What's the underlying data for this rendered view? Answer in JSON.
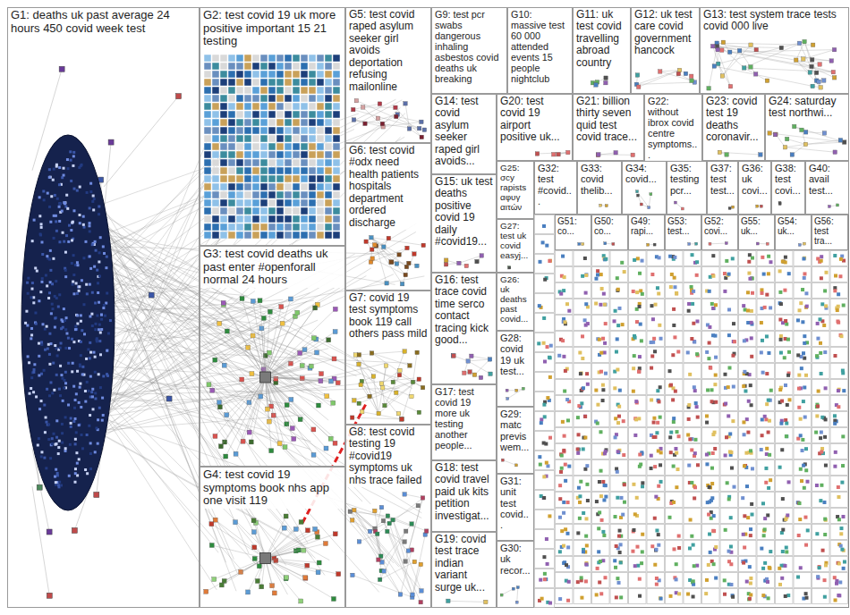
{
  "diagram": {
    "nodes": [
      {
        "text": [
          "G1: deaths uk past average 24 hours 450 covid week test"
        ]
      },
      {
        "text": [
          "G2: test covid 19 uk more positive important 15 21 testing"
        ]
      },
      {
        "text": [
          "G3: test covid deaths uk past enter #openforall normal 24 hours"
        ]
      },
      {
        "text": [
          "G4: test covid 19 symptoms book nhs app one visit 119"
        ]
      },
      {
        "text": [
          "G5: test covid raped asylum seeker girl avoids deportation refusing mailonline"
        ]
      },
      {
        "text": [
          "G6: test covid #odx need health patients hospitals department ordered discharge"
        ]
      },
      {
        "text": [
          "G7: covid 19 test symptoms book 119 call others pass mild"
        ]
      },
      {
        "text": [
          "G8: test covid testing 19 #covid19 symptoms uk nhs trace failed"
        ]
      },
      {
        "text": [
          "G9: test pcr swabs dangerous inhaling asbestos covid deaths uk breaking"
        ]
      },
      {
        "text": [
          "G10: massive test 60 000 attended events 15 people nightclub"
        ]
      },
      {
        "text": [
          "G11: uk test covid travelling abroad country"
        ]
      },
      {
        "text": [
          "G12: uk test care covid government hancock"
        ]
      },
      {
        "text": [
          "G13: test system trace tests covid 000 live"
        ]
      },
      {
        "text": [
          "G14: test covid asylum seeker raped girl avoids..."
        ]
      },
      {
        "text": [
          "G15: uk test deaths positive covid 19 daily #covid19..."
        ]
      },
      {
        "text": [
          "G16: test trace covid time serco contact tracing kick good..."
        ]
      },
      {
        "text": [
          "G17: test covid 19 more uk testing another people..."
        ]
      },
      {
        "text": [
          "G18: test covid travel paid uk kits petition investigat..."
        ]
      },
      {
        "text": [
          "G19: covid test trace indian variant surge uk..."
        ]
      },
      {
        "text": [
          "G20: test covid 19 airport positive uk..."
        ]
      },
      {
        "text": [
          "G21: billion thirty seven quid test covid trace..."
        ]
      },
      {
        "text": [
          "G22: without ibrox covid centre symptoms..."
        ]
      },
      {
        "text": [
          "G23: covid test 19 deaths coronavir..."
        ]
      },
      {
        "text": [
          "G24: saturday test northwi..."
        ]
      },
      {
        "text": [
          "G25: σcy rapists αφυγ αιτών"
        ]
      },
      {
        "text": [
          "G26: uk deaths past covid..."
        ]
      },
      {
        "text": [
          "G27: test uk covid easyj..."
        ]
      },
      {
        "text": [
          "G28: covid 19 uk test..."
        ]
      },
      {
        "text": [
          "G29: matc previs wem..."
        ]
      },
      {
        "text": [
          "G30: uk recor..."
        ]
      },
      {
        "text": [
          "G31: unit test covid..."
        ]
      },
      {
        "text": [
          "G32: test #covid..."
        ]
      },
      {
        "text": [
          "G33: covid thelib..."
        ]
      },
      {
        "text": [
          "G34: covid..."
        ]
      },
      {
        "text": [
          "G35: testing pcr..."
        ]
      },
      {
        "text": [
          "G36: uk covi..."
        ]
      },
      {
        "text": [
          "G37: test test..."
        ]
      },
      {
        "text": [
          "G38: test covi..."
        ]
      },
      {
        "text": [
          "G40: avail test..."
        ]
      },
      {
        "text": [
          "G51: co..."
        ]
      },
      {
        "text": [
          "G50: co..."
        ]
      },
      {
        "text": [
          "G49: rapi..."
        ]
      },
      {
        "text": [
          "G53: test..."
        ]
      },
      {
        "text": [
          "G52: covi..."
        ]
      },
      {
        "text": [
          "G55: uk..."
        ]
      },
      {
        "text": [
          "G54: uk..."
        ]
      },
      {
        "text": [
          "G56: test tra..."
        ]
      }
    ]
  }
}
